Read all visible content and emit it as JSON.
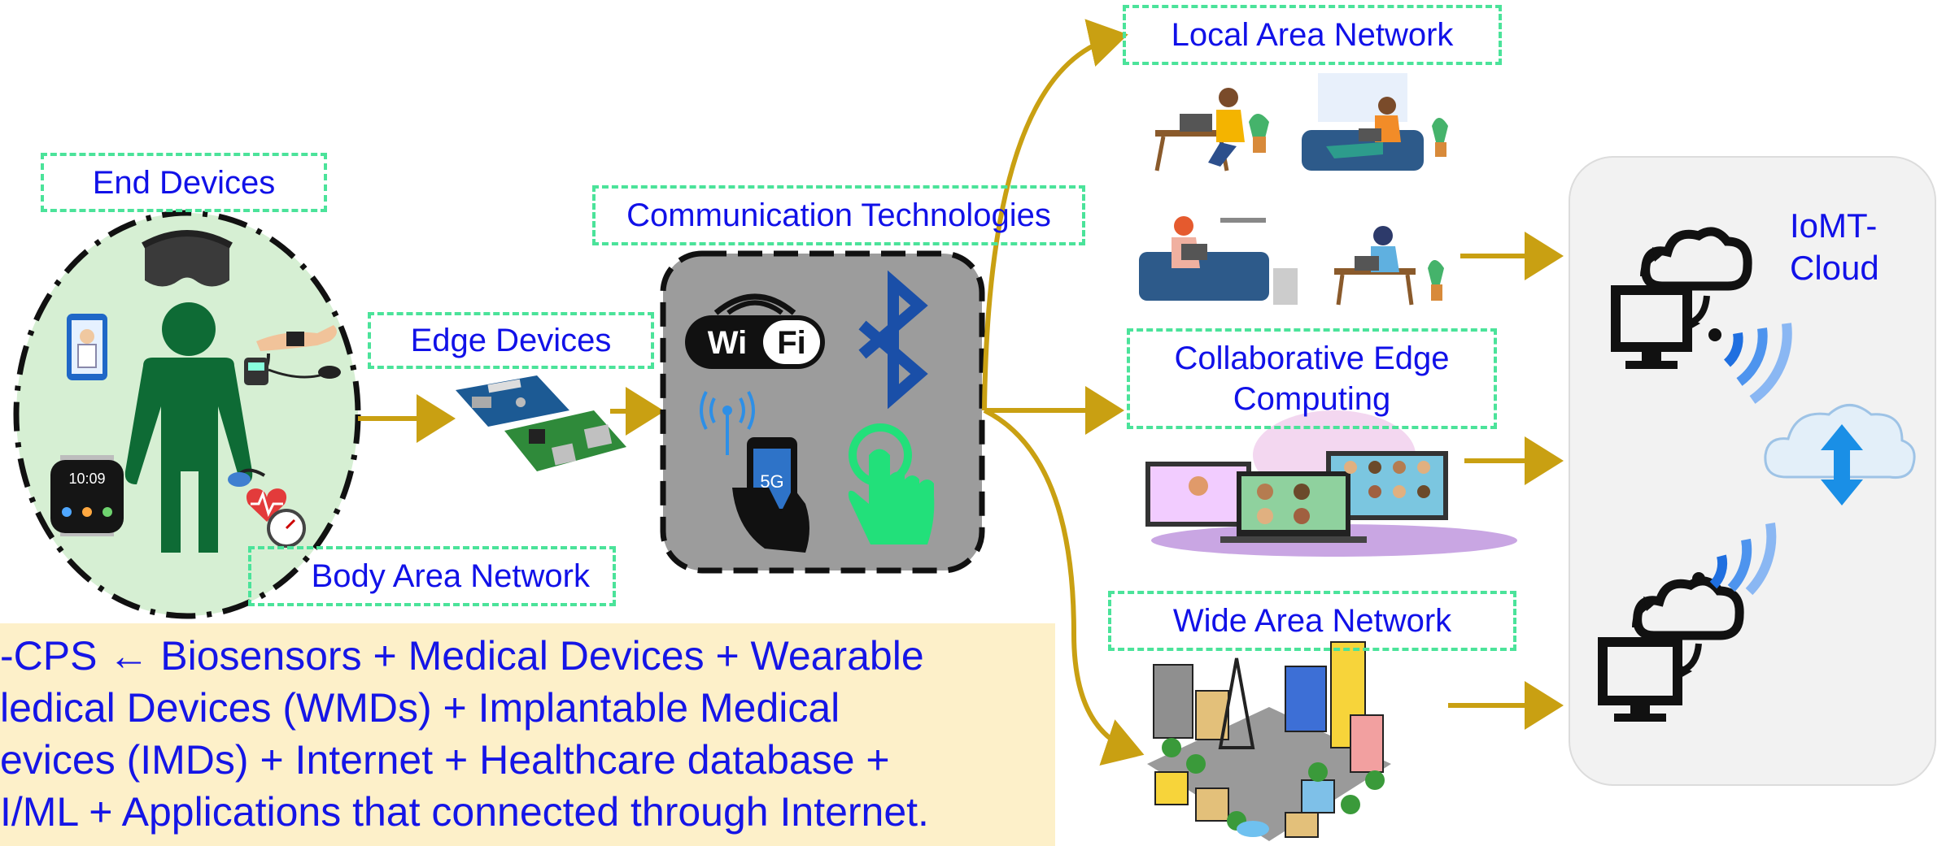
{
  "labels": {
    "end_devices": "End Devices",
    "edge_devices": "Edge Devices",
    "body_area_network": "Body Area Network",
    "communication_technologies": "Communication Technologies",
    "local_area_network": "Local Area Network",
    "collaborative_edge_computing": "Collaborative Edge Computing",
    "wide_area_network": "Wide Area Network",
    "iomt_cloud": "IoMT-\nCloud"
  },
  "badges": {
    "wifi_left": "Wi",
    "wifi_right": "Fi",
    "five_g": "5G",
    "watch_time": "10:09"
  },
  "cps_text": {
    "line1": "-CPS ← Biosensors + Medical Devices + Wearable",
    "line2": "ledical Devices (WMDs) + Implantable Medical",
    "line3": "evices (IMDs) + Internet + Healthcare database +",
    "line4": "I/ML + Applications that connected through Internet."
  },
  "colors": {
    "label_text": "#1111e8",
    "dashed_border": "#4be39a",
    "arrow": "#c9a012",
    "person": "#0e6b35",
    "ban_fill": "#d6efd3",
    "comm_box": "#9c9c9c",
    "bluetooth": "#1a4fa8",
    "touch": "#22e07a",
    "cloud_panel": "#f2f2f2",
    "cps_background": "#fdf0c9"
  },
  "icons": [
    "vr-headset-icon",
    "phone-doctor-icon",
    "smartwatch-icon",
    "wrist-sensor-icon",
    "bp-monitor-icon",
    "arduino-board-icon",
    "raspberry-pi-icon",
    "wifi-logo-icon",
    "bluetooth-icon",
    "signal-tower-icon",
    "5g-phone-icon",
    "touch-hand-icon",
    "laptop-user-icon",
    "video-conference-icon",
    "smart-city-icon",
    "monitor-cloud-icon",
    "cloud-sync-icon",
    "wireless-signal-icon"
  ]
}
